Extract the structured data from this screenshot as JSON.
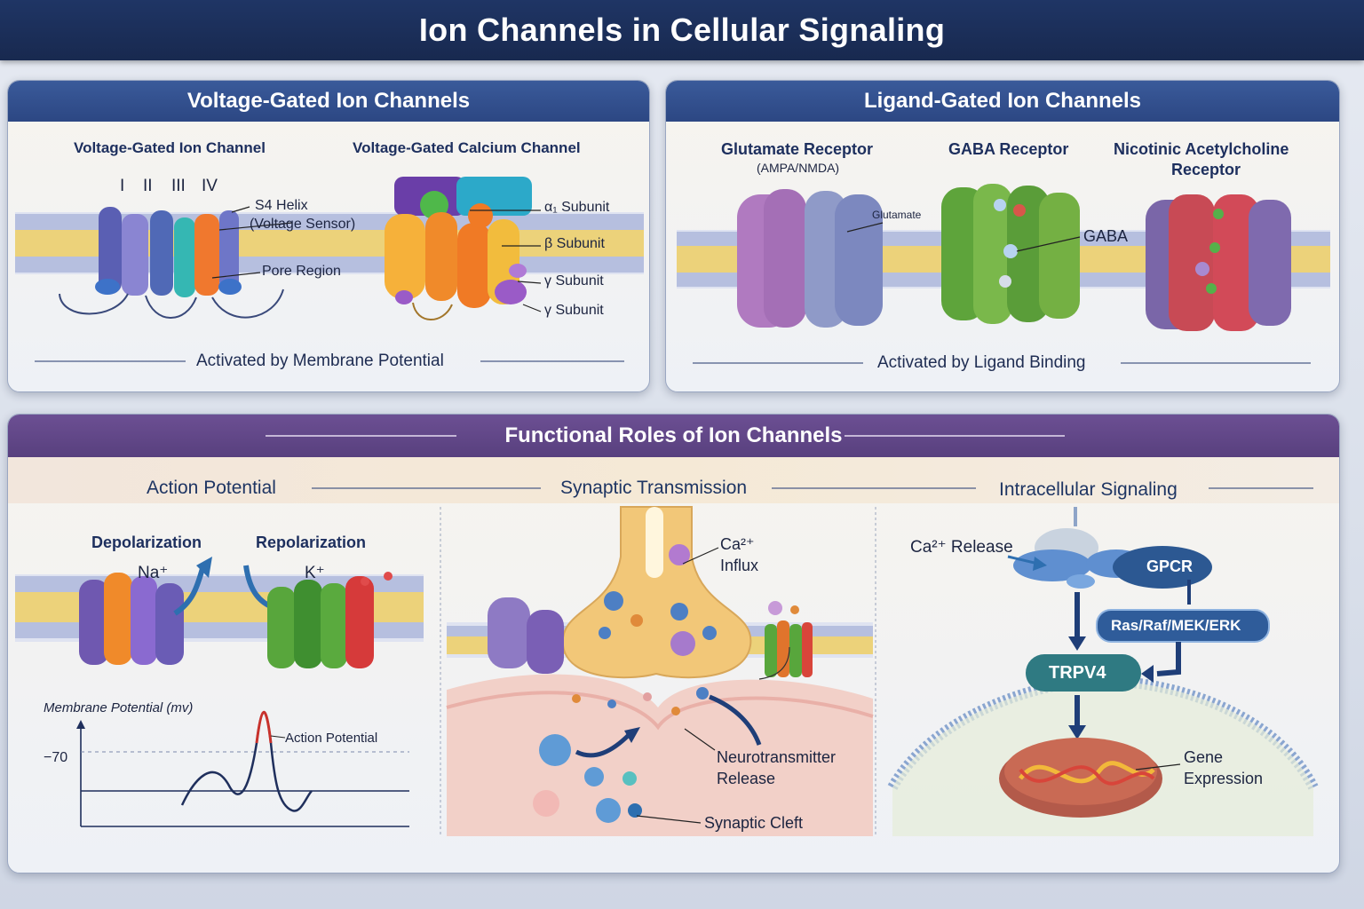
{
  "title": "Ion Channels in Cellular Signaling",
  "voltage_panel": {
    "header": "Voltage-Gated Ion Channels",
    "left_diagram_title": "Voltage-Gated Ion Channel",
    "domains": [
      "I",
      "II",
      "III",
      "IV"
    ],
    "s4_label_line1": "S4 Helix",
    "s4_label_line2": "(Voltage Sensor)",
    "pore_label": "Pore Region",
    "right_diagram_title": "Voltage-Gated Calcium Channel",
    "subunit_alpha": "α₁ Subunit",
    "subunit_beta": "β Subunit",
    "subunit_gamma1": "γ Subunit",
    "subunit_gamma2": "γ Subunit",
    "caption": "Activated by Membrane Potential"
  },
  "ligand_panel": {
    "header": "Ligand-Gated Ion Channels",
    "glutamate_title": "Glutamate Receptor",
    "glutamate_sub": "(AMPA/NMDA)",
    "glutamate_label": "Glutamate",
    "gaba_title": "GABA Receptor",
    "gaba_label": "GABA",
    "nicotinic_title_line1": "Nicotinic Acetylcholine",
    "nicotinic_title_line2": "Receptor",
    "caption": "Activated by Ligand Binding"
  },
  "functional_panel": {
    "header": "Functional Roles of Ion Channels",
    "section1": "Action Potential",
    "section2": "Synaptic Transmission",
    "section3": "Intracellular Signaling",
    "depolarization": "Depolarization",
    "repolarization": "Repolarization",
    "na_label": "Na⁺",
    "k_label": "K⁺",
    "graph_ylabel": "Membrane Potential (mv)",
    "graph_tick": "−70",
    "graph_annotation": "Action Potential",
    "ca_influx_line1": "Ca²⁺",
    "ca_influx_line2": "Influx",
    "neurotransmitter_line1": "Neurotransmitter",
    "neurotransmitter_line2": "Release",
    "synaptic_cleft": "Synaptic Cleft",
    "ca_release": "Ca²⁺ Release",
    "gpcr": "GPCR",
    "ras_pathway": "Ras/Raf/MEK/ERK",
    "trpv4": "TRPV4",
    "gene_line1": "Gene",
    "gene_line2": "Expression"
  },
  "colors": {
    "title_bar": "#1b2d58",
    "voltage_header": "#2f4b88",
    "functional_header": "#5d4483",
    "membrane_head": "#aab4d8",
    "membrane_tail": "#e8c35a"
  }
}
